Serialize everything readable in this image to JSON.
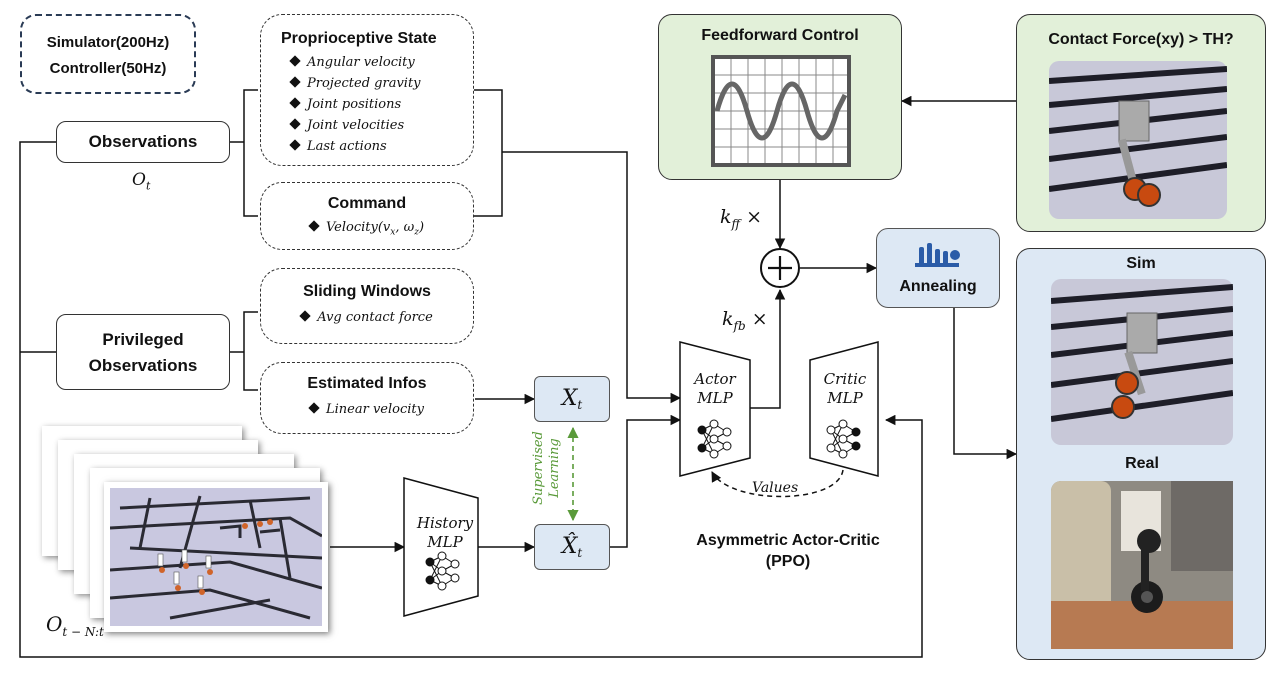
{
  "timing": {
    "simulator": "Simulator(200Hz)",
    "controller": "Controller(50Hz)"
  },
  "observations": {
    "label": "Observations",
    "symbol": "O",
    "subscript": "t"
  },
  "privileged": {
    "line1": "Privileged",
    "line2": "Observations"
  },
  "proprioceptive": {
    "title": "Proprioceptive State",
    "items": [
      "Angular velocity",
      "Projected gravity",
      "Joint positions",
      "Joint velocities",
      "Last actions"
    ]
  },
  "command": {
    "title": "Command",
    "item": "Velocity(v",
    "sub_x": "x",
    "sep": ", ω",
    "sub_z": "z",
    "close": ")"
  },
  "sliding": {
    "title": "Sliding Windows",
    "item": "Avg contact force"
  },
  "estimated": {
    "title": "Estimated Infos",
    "item": "Linear velocity"
  },
  "history_frames": {
    "symbol": "O",
    "subscript": "t − N:t"
  },
  "history_mlp": {
    "line1": "History",
    "line2": "MLP"
  },
  "xt": {
    "symbol": "X",
    "subscript": "t"
  },
  "xhat": {
    "symbol": "X̂",
    "subscript": "t"
  },
  "supervised": {
    "line1": "Supervised",
    "line2": "Learning"
  },
  "actor": {
    "line1": "Actor",
    "line2": "MLP"
  },
  "critic": {
    "line1": "Critic",
    "line2": "MLP"
  },
  "values_label": "Values",
  "acc": {
    "line1": "Asymmetric Actor-Critic",
    "line2": "(PPO)"
  },
  "feedforward": {
    "title": "Feedforward Control"
  },
  "kff": {
    "symbol": "k",
    "subscript": "ff",
    "times": "×"
  },
  "kfb": {
    "symbol": "k",
    "subscript": "fb",
    "times": "×"
  },
  "annealing": {
    "label": "Annealing"
  },
  "contact": {
    "title": "Contact Force(xy) > TH?"
  },
  "sim": {
    "label": "Sim"
  },
  "real": {
    "label": "Real"
  },
  "colors": {
    "green_panel": "#e2f0d9",
    "blue_panel": "#dde8f4",
    "supervised_green": "#5a9a3a"
  }
}
